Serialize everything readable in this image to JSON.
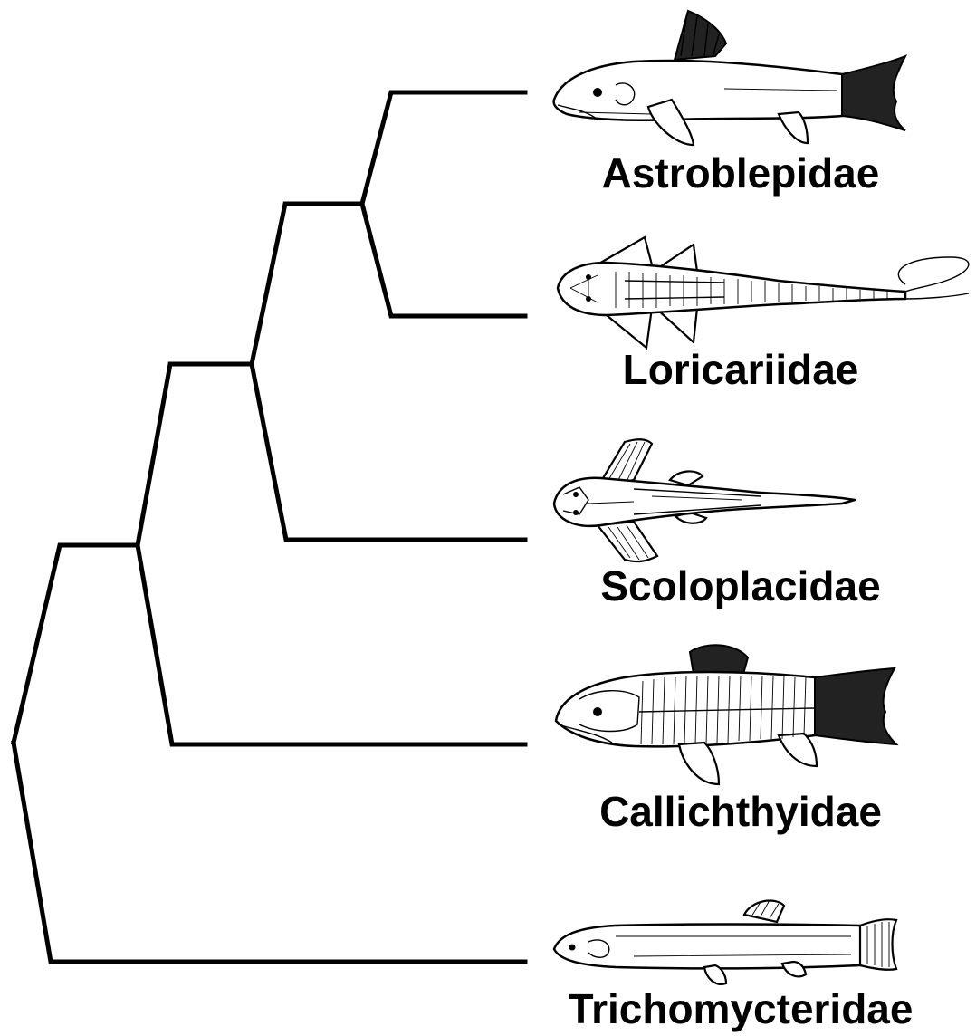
{
  "tree": {
    "taxa": [
      {
        "id": "astroblepidae",
        "label": "Astroblepidae",
        "icon": "astroblepid-catfish-icon"
      },
      {
        "id": "loricariidae",
        "label": "Loricariidae",
        "icon": "loricariid-catfish-icon"
      },
      {
        "id": "scoloplacidae",
        "label": "Scoloplacidae",
        "icon": "scoloplacid-catfish-icon"
      },
      {
        "id": "callichthyidae",
        "label": "Callichthyidae",
        "icon": "callichthyid-catfish-icon"
      },
      {
        "id": "trichomycteridae",
        "label": "Trichomycteridae",
        "icon": "trichomycterid-catfish-icon"
      }
    ],
    "topology": "(Trichomycteridae,(Callichthyidae,(Scoloplacidae,(Loricariidae,Astroblepidae))))",
    "colors": {
      "line": "#000000",
      "background": "#ffffff"
    }
  }
}
